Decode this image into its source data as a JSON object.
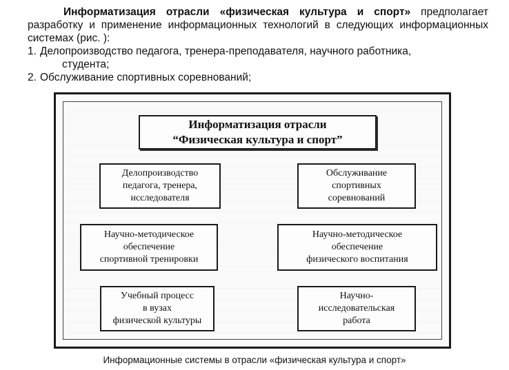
{
  "intro": {
    "lead_bold": "Информатизация отрасли «физическая культура и спорт»",
    "lead_rest": " предполагает разработку и применение информационных технологий в следующих информационных системах (рис.       ):"
  },
  "list": [
    {
      "num": "1.",
      "line1": "Делопроизводство педагога, тренера-преподавателя, научного работника,",
      "line2": "студента;"
    },
    {
      "num": "2.",
      "line1": "Обслуживание спортивных соревнований;",
      "line2": ""
    }
  ],
  "diagram": {
    "title_line1": "Информатизация отрасли",
    "title_line2": "“Физическая культура и спорт”",
    "boxes": [
      {
        "lines": [
          "Делопроизводство",
          "педагога, тренера,",
          "исследователя"
        ]
      },
      {
        "lines": [
          "Обслуживание",
          "спортивных",
          "соревнований"
        ]
      },
      {
        "lines": [
          "Научно-методическое",
          "обеспечение",
          "спортивной тренировки"
        ]
      },
      {
        "lines": [
          "Научно-методическое",
          "обеспечение",
          "физического воспитания"
        ]
      },
      {
        "lines": [
          "Учебный процесс",
          "в вузах",
          "физической культуры"
        ]
      },
      {
        "lines": [
          "Научно-",
          "исследовательская",
          "работа"
        ]
      }
    ]
  },
  "caption": "Информационные системы в отрасли «физическая культура и спорт»"
}
